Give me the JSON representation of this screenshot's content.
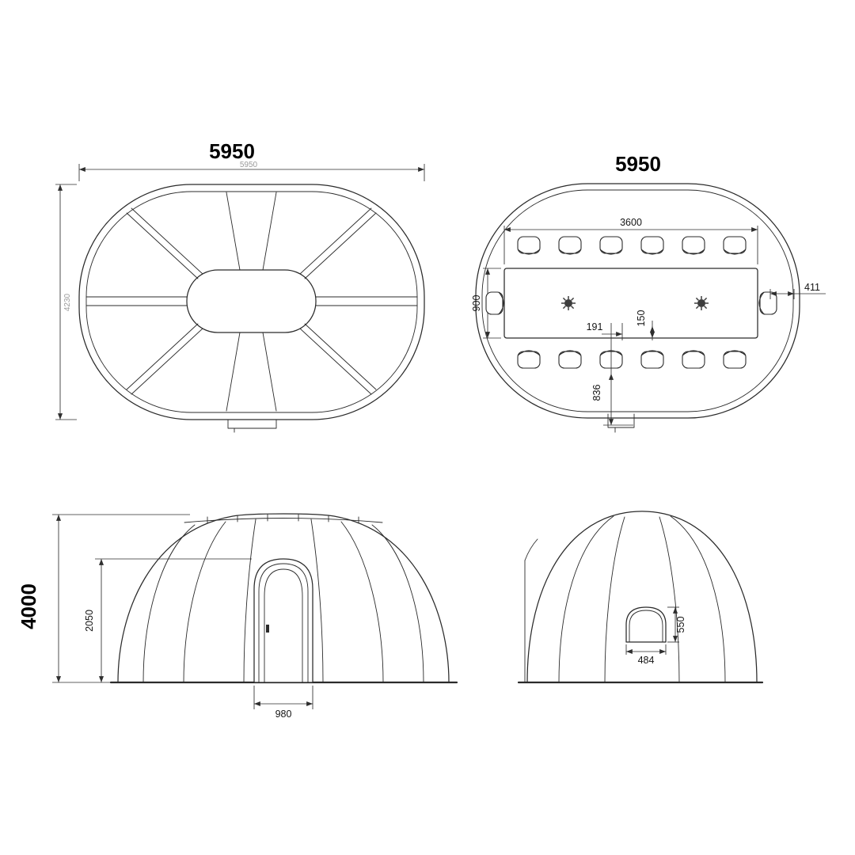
{
  "colors": {
    "background": "#ffffff",
    "line": "#2b2b2b",
    "label": "#000000",
    "faint_label": "#9a9a9a"
  },
  "views": {
    "roof_plan": {
      "width_dim": "5950",
      "width_dim_faint": "5950",
      "depth_dim_faint": "4230"
    },
    "floor_plan": {
      "width_dim": "5950",
      "table_length_dim": "3600",
      "table_depth_dim": "900",
      "end_clearance_dim": "411",
      "chair_gap_dim": "191",
      "chair_clearance_dim": "150",
      "aisle_dim": "836"
    },
    "front_elevation": {
      "total_height_dim": "4000",
      "door_height_dim": "2050",
      "door_width_dim": "980"
    },
    "side_elevation": {
      "window_height_dim": "550",
      "window_width_dim": "484"
    }
  }
}
